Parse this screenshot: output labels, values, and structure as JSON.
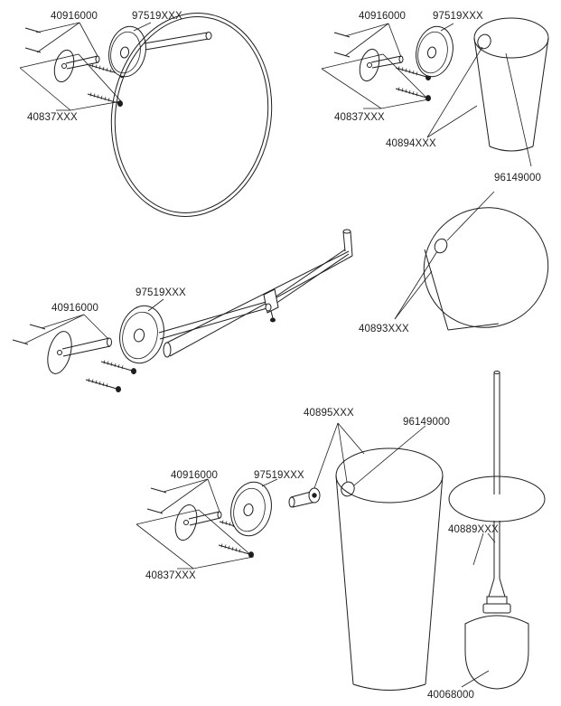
{
  "labels": {
    "ring_group": {
      "screw_cover": "40916000",
      "rosette": "97519XXX",
      "anchor_set": "40837XXX"
    },
    "tumbler_group": {
      "screw_cover": "40916000",
      "rosette": "97519XXX",
      "anchor_set": "40837XXX",
      "tumbler": "40894XXX",
      "seal_ring": "96149000"
    },
    "holder_group": {
      "screw_cover": "40916000",
      "rosette": "97519XXX",
      "bowl": "40893XXX"
    },
    "brush_group": {
      "screw_cover": "40916000",
      "rosette": "97519XXX",
      "anchor_set": "40837XXX",
      "container": "40895XXX",
      "seal_ring": "96149000",
      "brush": "40889XXX",
      "brush_head": "40068000"
    }
  },
  "colors": {
    "line": "#1e1e1e",
    "background": "#ffffff"
  }
}
